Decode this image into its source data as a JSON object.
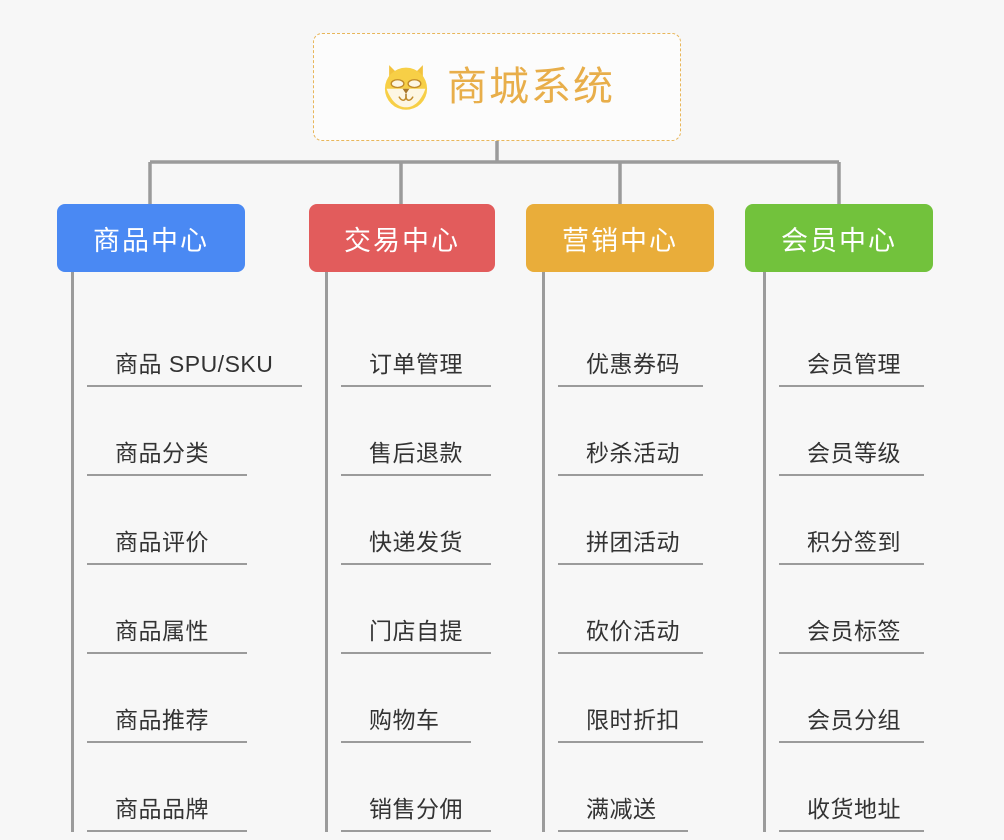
{
  "root": {
    "title": "商城系统",
    "icon": "shiba-dog-face-emoji",
    "title_color": "#e8ae4a",
    "border_color": "#e8b65a"
  },
  "colors": {
    "product_center": "#4a89f3",
    "trade_center": "#e25c5c",
    "marketing_center": "#e9ad3a",
    "member_center": "#72c23c",
    "connector": "#9b9b9b",
    "background": "#f7f7f7",
    "leaf_text": "#333333"
  },
  "columns": [
    {
      "id": "product-center",
      "label": "商品中心",
      "color": "#4a89f3",
      "items": [
        "商品 SPU/SKU",
        "商品分类",
        "商品评价",
        "商品属性",
        "商品推荐",
        "商品品牌"
      ]
    },
    {
      "id": "trade-center",
      "label": "交易中心",
      "color": "#e25c5c",
      "items": [
        "订单管理",
        "售后退款",
        "快递发货",
        "门店自提",
        "购物车",
        "销售分佣"
      ]
    },
    {
      "id": "marketing-center",
      "label": "营销中心",
      "color": "#e9ad3a",
      "items": [
        "优惠券码",
        "秒杀活动",
        "拼团活动",
        "砍价活动",
        "限时折扣",
        "满减送"
      ]
    },
    {
      "id": "member-center",
      "label": "会员中心",
      "color": "#72c23c",
      "items": [
        "会员管理",
        "会员等级",
        "积分签到",
        "会员标签",
        "会员分组",
        "收货地址"
      ]
    }
  ]
}
